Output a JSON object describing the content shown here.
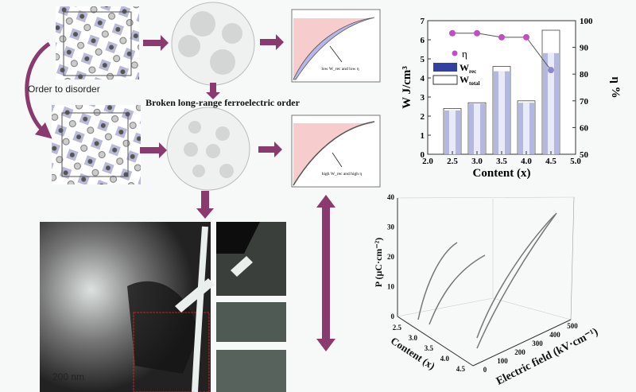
{
  "labels": {
    "order_to_disorder": "Order to disorder",
    "broken_order": "Broken long-range ferroelectric order",
    "loop1_note": "low W_rec and low η",
    "loop2_note": "high W_rec and high η",
    "scale_bar": "200 nm"
  },
  "colors": {
    "arrow": "#8a3a6e",
    "pink_fill": "#f6cccc",
    "bar": "#9ea6d8",
    "eta": "#c24fc0"
  },
  "chart_data": [
    {
      "type": "bar",
      "title": "",
      "xlabel": "Content (x)",
      "ylabel": "W J/cm³",
      "y2label": "η %",
      "xlim": [
        2.0,
        5.0
      ],
      "ylim": [
        0,
        7
      ],
      "y2lim": [
        50,
        100
      ],
      "xticks": [
        "2.0",
        "2.5",
        "3.0",
        "3.5",
        "4.0",
        "4.5",
        "5.0"
      ],
      "yticks": [
        "0",
        "1",
        "2",
        "3",
        "4",
        "5",
        "6",
        "7"
      ],
      "y2ticks": [
        "50",
        "60",
        "70",
        "80",
        "90",
        "100"
      ],
      "x": [
        2.5,
        3.0,
        3.5,
        4.0,
        4.5
      ],
      "series": [
        {
          "name": "W_rec",
          "legend": "W",
          "sub": "rec",
          "values": [
            2.3,
            2.65,
            4.35,
            2.7,
            5.3
          ]
        },
        {
          "name": "W_total",
          "legend": "W",
          "sub": "total",
          "values": [
            2.4,
            2.7,
            4.6,
            2.8,
            6.5
          ]
        },
        {
          "name": "η",
          "legend": "η",
          "axis": "right",
          "values": [
            95.3,
            95.3,
            93.8,
            93.8,
            81.5
          ]
        }
      ],
      "legend_position": "top-left"
    },
    {
      "type": "line",
      "projection": "3d",
      "xlabel": "Electric field (kV·cm⁻¹)",
      "ylabel": "Content (x)",
      "zlabel": "P (μC·cm⁻²)",
      "xticks": [
        "0",
        "100",
        "200",
        "300",
        "400",
        "500"
      ],
      "yticks": [
        "2.5",
        "3.0",
        "3.5",
        "4.0",
        "4.5"
      ],
      "zticks": [
        "0",
        "10",
        "20",
        "30",
        "40"
      ]
    }
  ]
}
